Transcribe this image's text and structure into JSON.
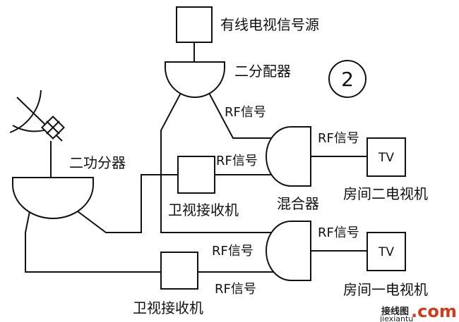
{
  "labels": {
    "cable_source": "有线电视信号源",
    "two_way_splitter": "二分配器",
    "diagram_number": "2",
    "rf_signal": "RF信号",
    "power_splitter": "二功分器",
    "satellite_receiver": "卫视接收机",
    "mixer": "混合器",
    "tv": "TV",
    "room2_tv": "房间二电视机",
    "room1_tv": "房间一电视机"
  },
  "watermark": {
    "brand": "接线图",
    "domain": ".com",
    "sub": "jiexiantu"
  }
}
